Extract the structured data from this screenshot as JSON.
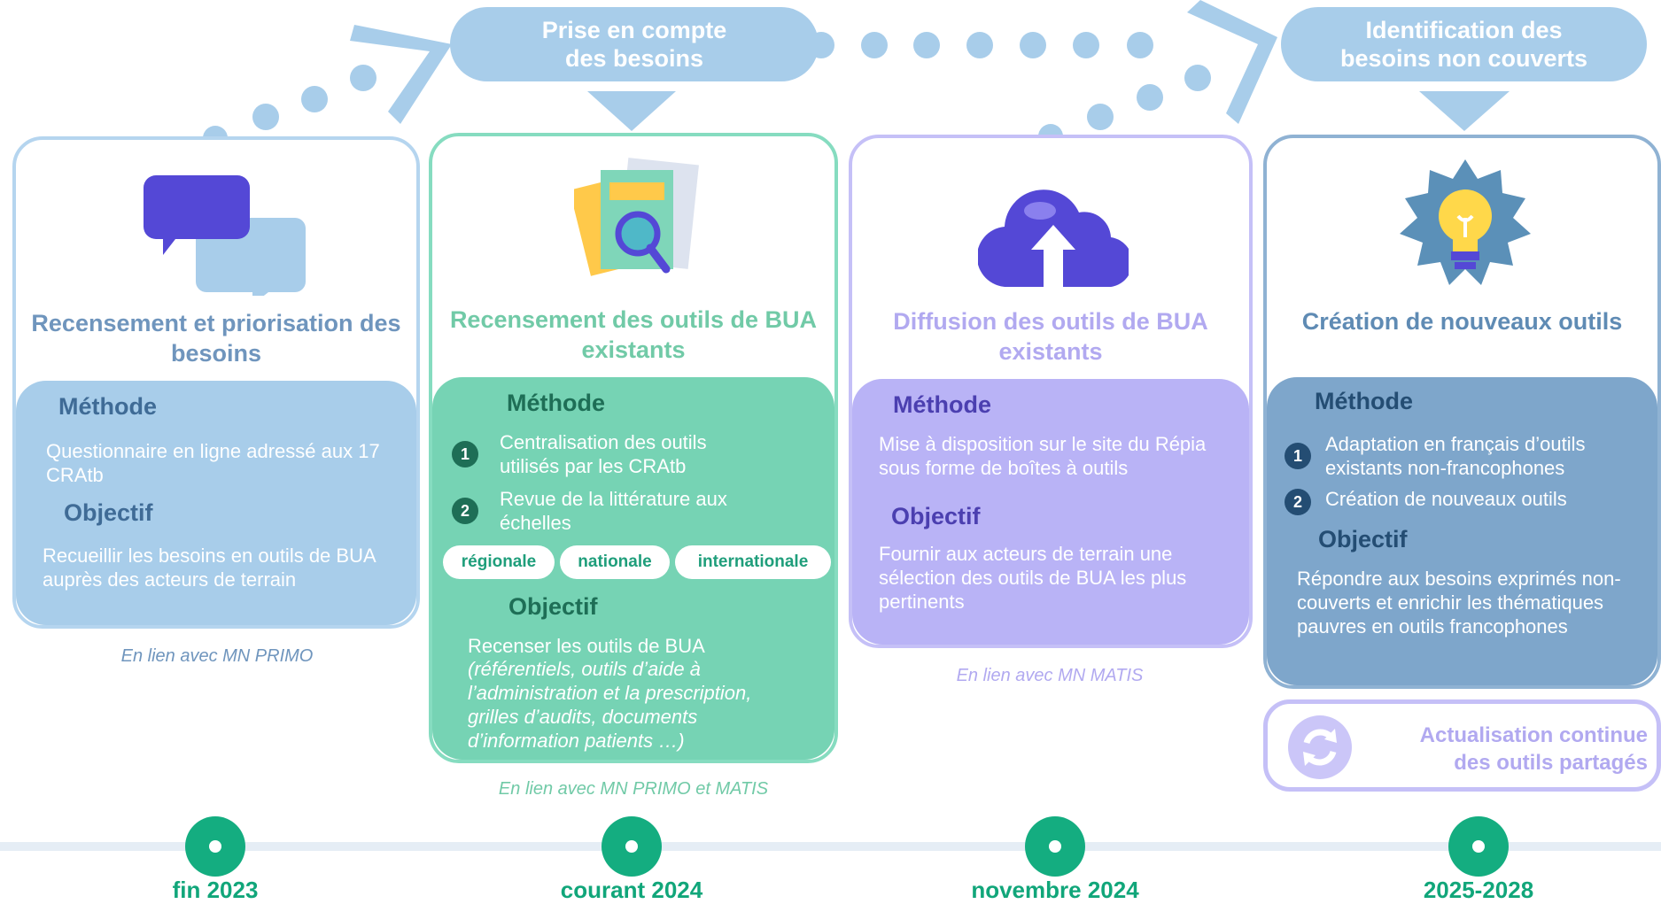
{
  "header_pills": [
    {
      "text": "Prise en compte des besoins"
    },
    {
      "text": "Identification des besoins non couverts"
    }
  ],
  "cards": [
    {
      "title": "Recensement et priorisation des besoins",
      "methode_heading": "Méthode",
      "methode_text": "Questionnaire en ligne adressé aux 17 CRAtb",
      "objectif_heading": "Objectif",
      "objectif_text": "Recueillir les besoins en outils de BUA auprès des acteurs de terrain",
      "link_note": "En lien avec MN PRIMO",
      "icon": "speech-bubbles-icon"
    },
    {
      "title": "Recensement des outils de BUA existants",
      "methode_heading": "Méthode",
      "steps": [
        {
          "num": "1",
          "text": "Centralisation des outils utilisés par les CRAtb"
        },
        {
          "num": "2",
          "text": "Revue de la littérature aux échelles"
        }
      ],
      "tags": [
        "régionale",
        "nationale",
        "internationale"
      ],
      "objectif_heading": "Objectif",
      "objectif_text": "Recenser les outils de BUA",
      "objectif_detail": "(référentiels, outils d’aide à l’administration et la prescription, grilles d’audits, documents d’information patients …)",
      "link_note": "En lien avec MN PRIMO et MATIS",
      "icon": "documents-magnifier-icon"
    },
    {
      "title": "Diffusion des outils de BUA existants",
      "methode_heading": "Méthode",
      "methode_text": "Mise à disposition sur le site du Répia sous forme de boîtes à outils",
      "objectif_heading": "Objectif",
      "objectif_text": "Fournir aux acteurs de terrain une sélection des outils de BUA les plus pertinents",
      "link_note": "En lien avec MN MATIS",
      "icon": "cloud-upload-icon"
    },
    {
      "title": "Création de nouveaux outils",
      "methode_heading": "Méthode",
      "steps": [
        {
          "num": "1",
          "text": "Adaptation en français d’outils existants non-francophones"
        },
        {
          "num": "2",
          "text": "Création de nouveaux outils"
        }
      ],
      "objectif_heading": "Objectif",
      "objectif_text": "Répondre aux besoins exprimés non-couverts et enrichir les thématiques pauvres en outils francophones",
      "icon": "lightbulb-badge-icon"
    }
  ],
  "update_box": {
    "text": "Actualisation continue des outils partagés",
    "icon": "refresh-cycle-icon"
  },
  "timeline": [
    "fin 2023",
    "courant 2024",
    "novembre 2024",
    "2025-2028"
  ],
  "colors": {
    "blue": "#9fc8ea",
    "blue_text": "#6f95bd",
    "green": "#76d3b4",
    "green_text": "#71caa7",
    "purple": "#b9b3f6",
    "purple_text": "#b1a9f0",
    "steel": "#7ea6cb",
    "steel_text": "#5f8bb4",
    "timeline_green": "#14ad80"
  }
}
